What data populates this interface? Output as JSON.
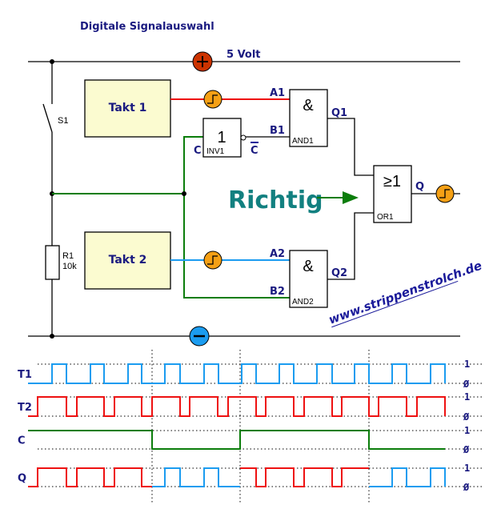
{
  "title": "Digitale Signalauswahl",
  "supply": {
    "voltage_label": "5 Volt",
    "plus_symbol": "+",
    "minus_symbol": "−"
  },
  "components": {
    "switch": "S1",
    "resistor_name": "R1",
    "resistor_value": "10k",
    "clock1": "Takt 1",
    "clock2": "Takt 2",
    "inverter_symbol": "1",
    "inverter_name": "INV1",
    "and_symbol": "&",
    "and1_name": "AND1",
    "and2_name": "AND2",
    "or_symbol": "≥1",
    "or_name": "OR1"
  },
  "signals": {
    "a1": "A1",
    "b1": "B1",
    "c": "C",
    "c_bar": "C",
    "q1": "Q1",
    "q2": "Q2",
    "a2": "A2",
    "b2": "B2",
    "q": "Q"
  },
  "annotation": "Richtig",
  "url": "www.strippenstrolch.de",
  "colors": {
    "takt1": "#1b9cf0",
    "takt2": "#ee1111",
    "control": "#0b7d0b",
    "plus_terminal": "#cc3300",
    "minus_terminal": "#1b9cf0",
    "probe": "#f5a015",
    "box_fill": "#fbfbd0",
    "label": "#1a1a80",
    "richtig": "#128080"
  },
  "timing": {
    "level_high": "1",
    "level_low": "Ø",
    "traces": [
      {
        "name": "T1",
        "color": "takt1",
        "initial": 0,
        "edges": [
          65,
          83,
          113,
          130,
          160,
          177,
          206,
          225,
          255,
          273,
          302,
          320,
          349,
          367,
          396,
          415,
          443,
          461,
          490,
          508,
          538,
          556
        ],
        "end": 556
      },
      {
        "name": "T2",
        "color": "takt2",
        "initial": 0,
        "edges": [
          47,
          83,
          96,
          130,
          143,
          177,
          190,
          225,
          237,
          272,
          285,
          320,
          332,
          367,
          380,
          415,
          427,
          461,
          473,
          508,
          521,
          556
        ],
        "end": 556
      },
      {
        "name": "C",
        "color": "control",
        "initial": 1,
        "edges": [
          190,
          300,
          461
        ],
        "end": 556
      },
      {
        "name": "Q",
        "color": "mixed",
        "segments": [
          {
            "from": 35,
            "to": 190,
            "color": "takt2",
            "initial": 0,
            "edges": [
              47,
              83,
              96,
              130,
              143,
              177
            ]
          },
          {
            "from": 190,
            "to": 300,
            "color": "takt1",
            "initial": 0,
            "edges": [
              206,
              225,
              255,
              273
            ]
          },
          {
            "from": 300,
            "to": 461,
            "color": "takt2",
            "initial": 1,
            "edges": [
              320,
              332,
              367,
              380,
              415,
              427
            ]
          },
          {
            "from": 461,
            "to": 556,
            "color": "takt1",
            "initial": 0,
            "edges": [
              490,
              508,
              538,
              556
            ]
          }
        ]
      }
    ],
    "markers": [
      190,
      300,
      461
    ]
  }
}
